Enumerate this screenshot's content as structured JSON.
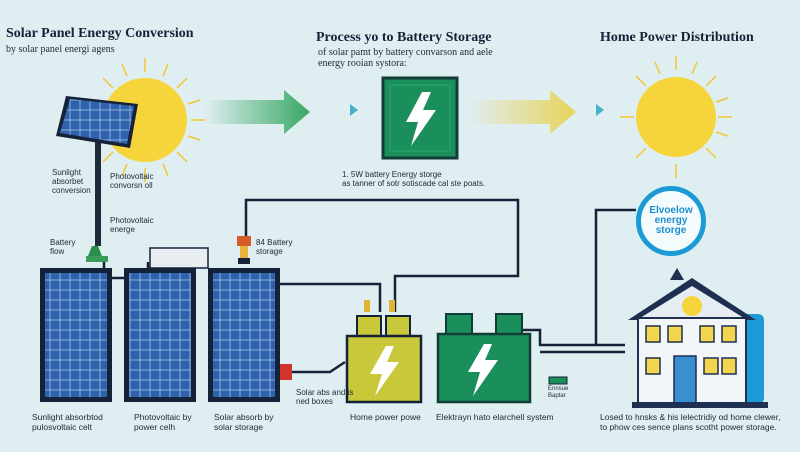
{
  "headers": {
    "left_title": "Solar Panel Energy Conversion",
    "left_sub": "by solar panel energi agens",
    "center_title": "Process yo to Battery Storage",
    "center_sub1": "of solar pamt by battery convarson and aele",
    "center_sub2": "energy rooian systora:",
    "right_title": "Home Power Distribution"
  },
  "labels": {
    "sunlight": [
      "Sunlight",
      "absorbet",
      "conversion"
    ],
    "photovoltaic_top": [
      "Photovoltaic",
      "convorsn oll"
    ],
    "photovoltaic_mid": [
      "Photovoltaic",
      "energe"
    ],
    "battery_flow": [
      "Battery",
      "flow"
    ],
    "battery_storage_small": [
      "84 Battery",
      "storage"
    ],
    "battery_storage_center": [
      "1. 5W battery Energy storge",
      "as tanner of sotr sotiscade cal ste poats."
    ],
    "bubble": [
      "Elvoelow",
      "energy",
      "storge"
    ],
    "solar_abs": [
      "Solar abs and is",
      "ned boxes"
    ],
    "battery_tag": [
      "Ennsue",
      "Baptar"
    ]
  },
  "captions": {
    "c1": [
      "Sunlight absorbtod",
      "pulosvoltaic celt"
    ],
    "c2": [
      "Photovoltaic by",
      "power celh"
    ],
    "c3": [
      "Solar absorb by",
      "solar storage"
    ],
    "c4": [
      "Home power powe"
    ],
    "c5": [
      "Elektrayn hato elarchell system"
    ],
    "c6": [
      "Losed to hnsks & his lelectridiy od home clewer,",
      "to phow ces sence plans scotht power storage."
    ]
  },
  "icons": {
    "sun": "sun-icon",
    "bolt": "lightning-bolt-icon",
    "arrow": "arrow-right-icon",
    "house": "house-icon",
    "panel": "solar-panel-icon",
    "battery": "battery-icon"
  },
  "colors": {
    "background": "#dfeef0",
    "panel_blue": "#2e5ea6",
    "battery_green": "#1a8f5c",
    "battery_yellow": "#c9c83a",
    "sun_yellow": "#f6d43b",
    "arrow_green": "#3fb06a",
    "arrow_yellow": "#e8d75e",
    "bubble_blue": "#1c9ad6",
    "house_navy": "#1f2f52"
  }
}
